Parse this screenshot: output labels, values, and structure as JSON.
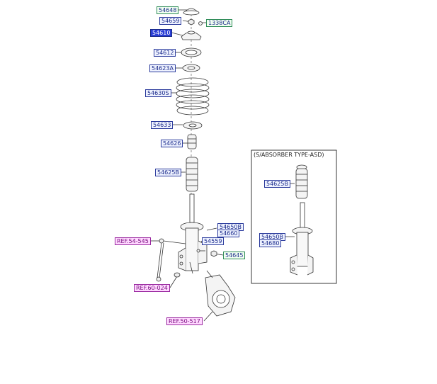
{
  "inset": {
    "title": "(S/ABSORBER TYPE-ASD)"
  },
  "labels": {
    "p54648": "54648",
    "p54659": "54659",
    "p1338CA": "1338CA",
    "p54610": "54610",
    "p54612": "54612",
    "p54623A": "54623A",
    "p54630S": "54630S",
    "p54633": "54633",
    "p54626": "54626",
    "p54625B": "54625B",
    "p54650B": "54650B",
    "p54660": "54660",
    "p54559": "54559",
    "p54645": "54645",
    "inset_54625B": "54625B",
    "inset_54650B": "54650B",
    "inset_54680": "54680"
  },
  "refs": {
    "r54545": "REF.54-545",
    "r60024": "REF.60-024",
    "r50517": "REF.50-517"
  },
  "colors": {
    "label_border": "#2a3a9c",
    "selected_fill": "#2b3fd6",
    "ref_fill": "#ffd8ff",
    "line": "#333333"
  }
}
